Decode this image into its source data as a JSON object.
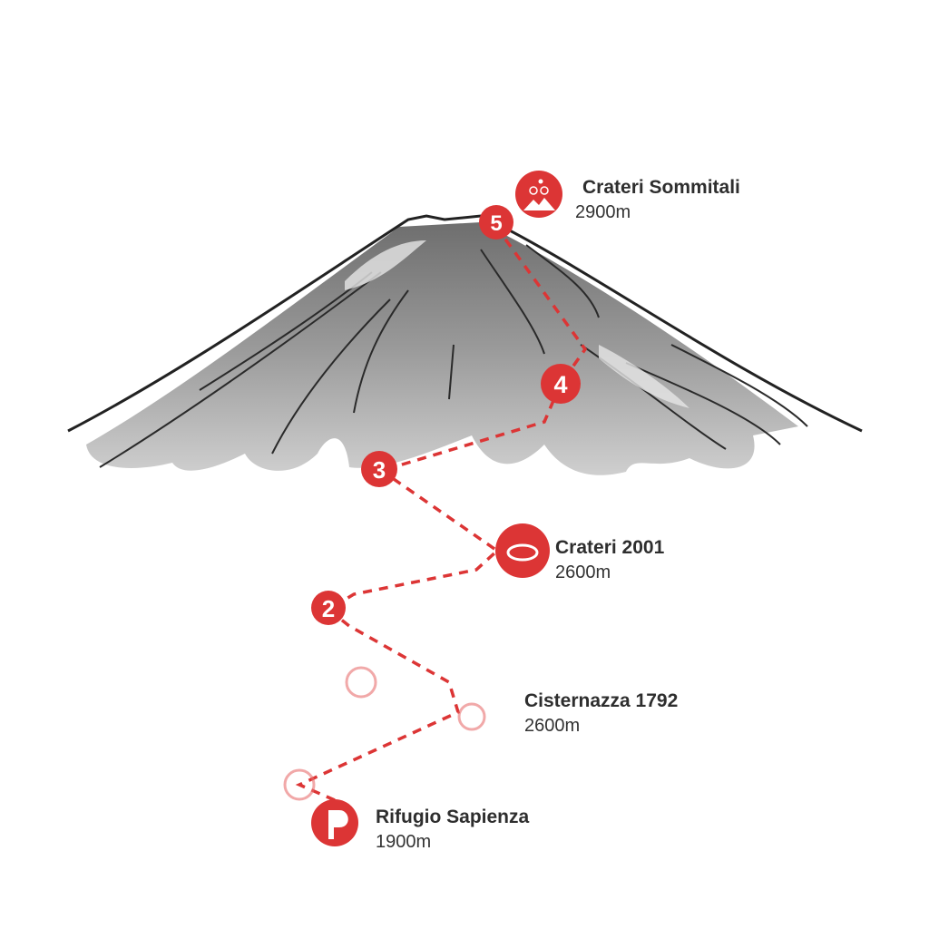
{
  "accent_color": "#dc3535",
  "waypoints": [
    {
      "number": "5",
      "icon": "summit-bike-icon"
    },
    {
      "number": "4"
    },
    {
      "number": "3"
    },
    {
      "number": "2"
    }
  ],
  "stops": [
    {
      "name": "Crateri Sommitali",
      "elevation": "2900m",
      "icon": "summit-bike-icon"
    },
    {
      "name": "Crateri 2001",
      "elevation": "2600m",
      "icon": "crater-icon"
    },
    {
      "name": "Cisternazza 1792",
      "elevation": "2600m",
      "icon": "faded-marker"
    },
    {
      "name": "Rifugio Sapienza",
      "elevation": "1900m",
      "icon": "parking-icon"
    }
  ]
}
